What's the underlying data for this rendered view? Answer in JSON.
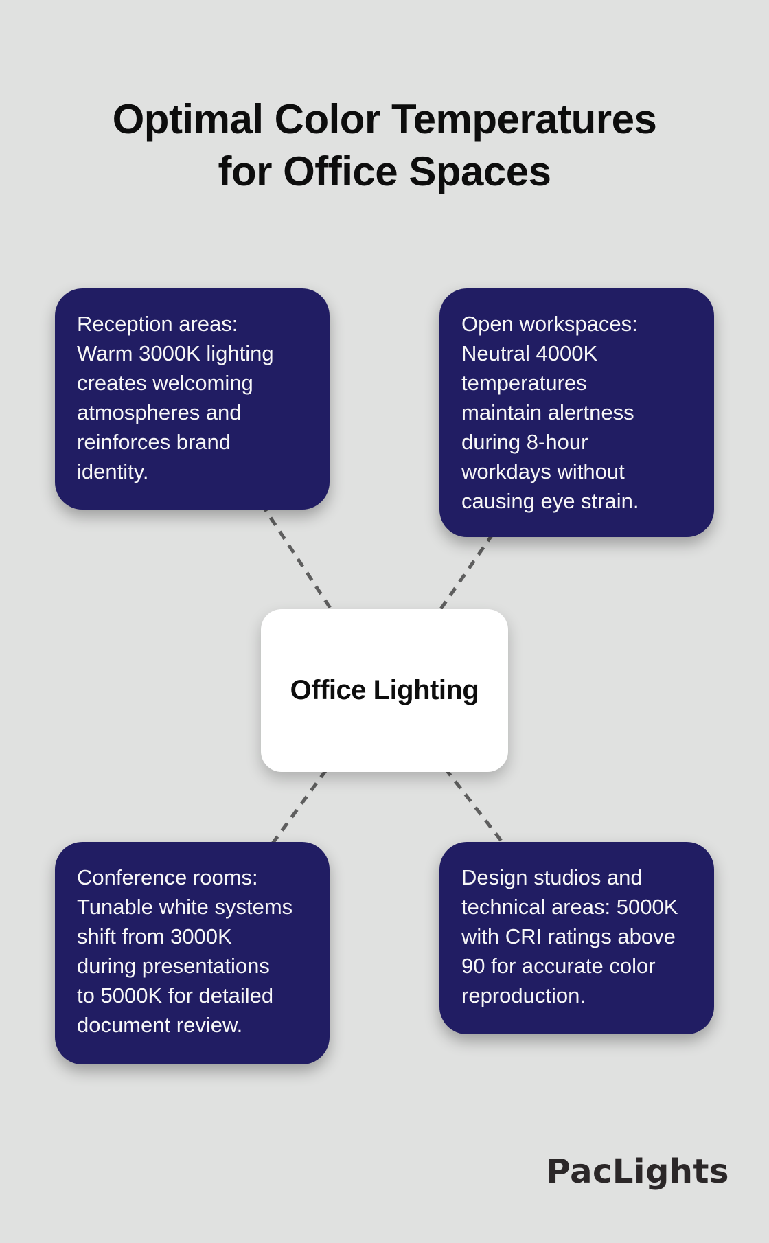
{
  "title": "Optimal Color Temperatures\nfor Office Spaces",
  "center_node": {
    "label": "Office Lighting"
  },
  "nodes": [
    {
      "id": "reception-areas",
      "text": "Reception areas:\nWarm 3000K lighting\ncreates welcoming\natmospheres and\nreinforces brand\nidentity."
    },
    {
      "id": "open-workspaces",
      "text": "Open workspaces:\nNeutral 4000K\ntemperatures\nmaintain alertness\nduring 8-hour\nworkdays without\ncausing eye strain."
    },
    {
      "id": "conference-rooms",
      "text": "Conference rooms:\nTunable white systems\nshift from 3000K\nduring presentations\nto 5000K for detailed\ndocument review."
    },
    {
      "id": "design-studios",
      "text": "Design studios and\ntechnical areas: 5000K\nwith CRI ratings above\n90 for accurate color\nreproduction."
    }
  ],
  "brand": {
    "logo_text": "PacLights"
  },
  "colors": {
    "background": "#e0e1e0",
    "node_fill": "#211d63",
    "node_text": "#f7f7f7",
    "center_fill": "#ffffff",
    "center_text": "#0d0d0d",
    "title_text": "#0d0d0d",
    "connector": "#5e5e5e",
    "logo_text": "#2b2728"
  }
}
